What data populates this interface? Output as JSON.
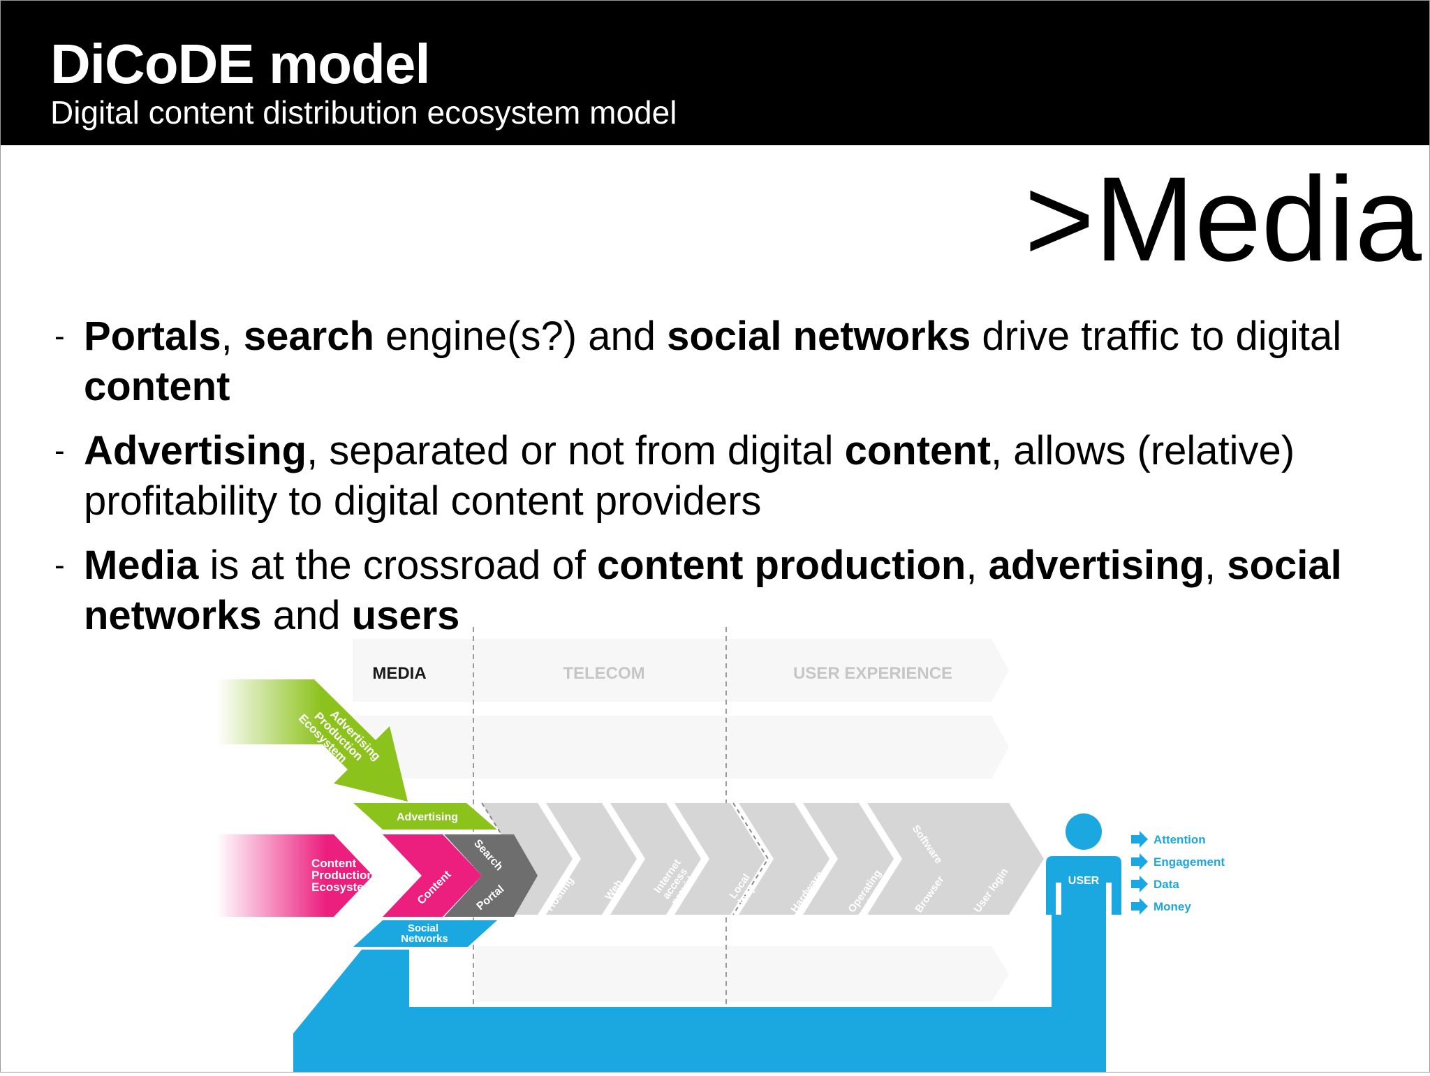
{
  "header": {
    "title": "DiCoDE model",
    "subtitle": "Digital content distribution ecosystem model"
  },
  "section_title": ">Media",
  "bullets": [
    {
      "segments": [
        {
          "text": "Portals",
          "bold": true
        },
        {
          "text": ", ",
          "bold": false
        },
        {
          "text": "search",
          "bold": true
        },
        {
          "text": " engine(s?) and ",
          "bold": false
        },
        {
          "text": "social networks",
          "bold": true
        },
        {
          "text": " drive traffic to digital ",
          "bold": false
        },
        {
          "text": "content",
          "bold": true
        }
      ]
    },
    {
      "segments": [
        {
          "text": "Advertising",
          "bold": true
        },
        {
          "text": ", separated or not from digital ",
          "bold": false
        },
        {
          "text": "content",
          "bold": true
        },
        {
          "text": ", allows (relative) profitability to digital content providers",
          "bold": false
        }
      ]
    },
    {
      "segments": [
        {
          "text": "Media",
          "bold": true
        },
        {
          "text": " is at the crossroad of ",
          "bold": false
        },
        {
          "text": "content production",
          "bold": true
        },
        {
          "text": ", ",
          "bold": false
        },
        {
          "text": "advertising",
          "bold": true
        },
        {
          "text": ", ",
          "bold": false
        },
        {
          "text": "social networks",
          "bold": true
        },
        {
          "text": " and ",
          "bold": false
        },
        {
          "text": "users",
          "bold": true
        }
      ]
    }
  ],
  "diagram": {
    "zones": {
      "media": "MEDIA",
      "telecom": "TELECOM",
      "user_experience": "USER EXPERIENCE"
    },
    "advertising_ecosystem": [
      "Advertising",
      "Production",
      "Ecosystem"
    ],
    "content_ecosystem": [
      "Content",
      "Production",
      "Ecosystem"
    ],
    "advertising": "Advertising",
    "content": "Content",
    "search": "Search",
    "portal": "Portal",
    "social_networks": [
      "Social",
      "Networks"
    ],
    "chain": {
      "hosting": [
        "Hosting"
      ],
      "web": [
        "Web"
      ],
      "internet_access_provider": [
        "Internet",
        "access",
        "provider"
      ],
      "local_loop": [
        "Local",
        "loop"
      ],
      "hardware": [
        "Hardware"
      ],
      "operating_system": [
        "Operating",
        "system"
      ],
      "browser": [
        "Browser"
      ],
      "software": [
        "Software"
      ],
      "user_login": [
        "User login"
      ]
    },
    "user_label": "USER",
    "outputs": [
      "Attention",
      "Engagement",
      "Data",
      "Money"
    ],
    "colors": {
      "green": "#8cc21c",
      "pink": "#ec1f7f",
      "blue": "#1ba8e0",
      "dark_gray": "#6e6e6e",
      "light_gray": "#d6d6d6"
    }
  }
}
